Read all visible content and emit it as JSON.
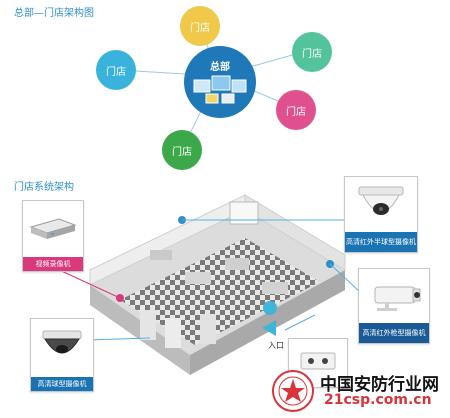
{
  "top_section": {
    "title": "总部—门店架构图",
    "hub_label": "总部",
    "store_label": "门店",
    "store_colors": [
      "#f0c84a",
      "#52c39a",
      "#3ab3dc",
      "#e0508e",
      "#3da84a"
    ]
  },
  "bottom_section": {
    "title": "门店系统架构",
    "entrance_label": "入口",
    "devices": {
      "recorder": "视频录像机",
      "dome_infrared": "高清红外半球型摄像机",
      "bullet_infrared": "高清红外枪型摄像机",
      "speed_dome": "高清球型摄像机"
    }
  },
  "watermark": {
    "site_cn": "中国安防行业网",
    "site_url": "21csp.com.cn"
  }
}
